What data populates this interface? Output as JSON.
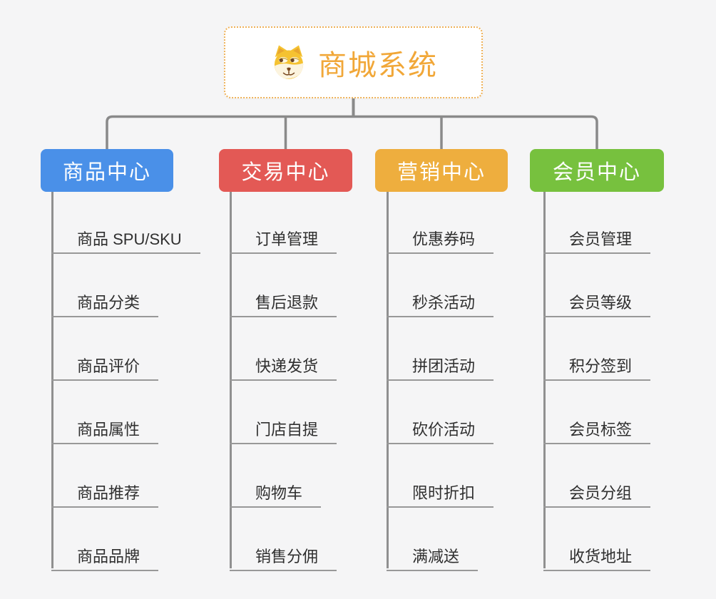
{
  "canvas": {
    "background": "#f5f5f6",
    "connector_color": "#8a8a8a",
    "child_line_color": "#909090",
    "underline_color": "#989898",
    "item_text_color": "#2f2f2f"
  },
  "root": {
    "title": "商城系统",
    "icon": "dog-face-icon",
    "text_color": "#f1a738",
    "border_color": "#efb259",
    "background": "#ffffff"
  },
  "branches": [
    {
      "label": "商品中心",
      "color": "#4a90e8",
      "children": [
        "商品 SPU/SKU",
        "商品分类",
        "商品评价",
        "商品属性",
        "商品推荐",
        "商品品牌"
      ]
    },
    {
      "label": "交易中心",
      "color": "#e35955",
      "children": [
        "订单管理",
        "售后退款",
        "快递发货",
        "门店自提",
        "购物车",
        "销售分佣"
      ]
    },
    {
      "label": "营销中心",
      "color": "#eeae3e",
      "children": [
        "优惠券码",
        "秒杀活动",
        "拼团活动",
        "砍价活动",
        "限时折扣",
        "满减送"
      ]
    },
    {
      "label": "会员中心",
      "color": "#77c13e",
      "children": [
        "会员管理",
        "会员等级",
        "积分签到",
        "会员标签",
        "会员分组",
        "收货地址"
      ]
    }
  ]
}
